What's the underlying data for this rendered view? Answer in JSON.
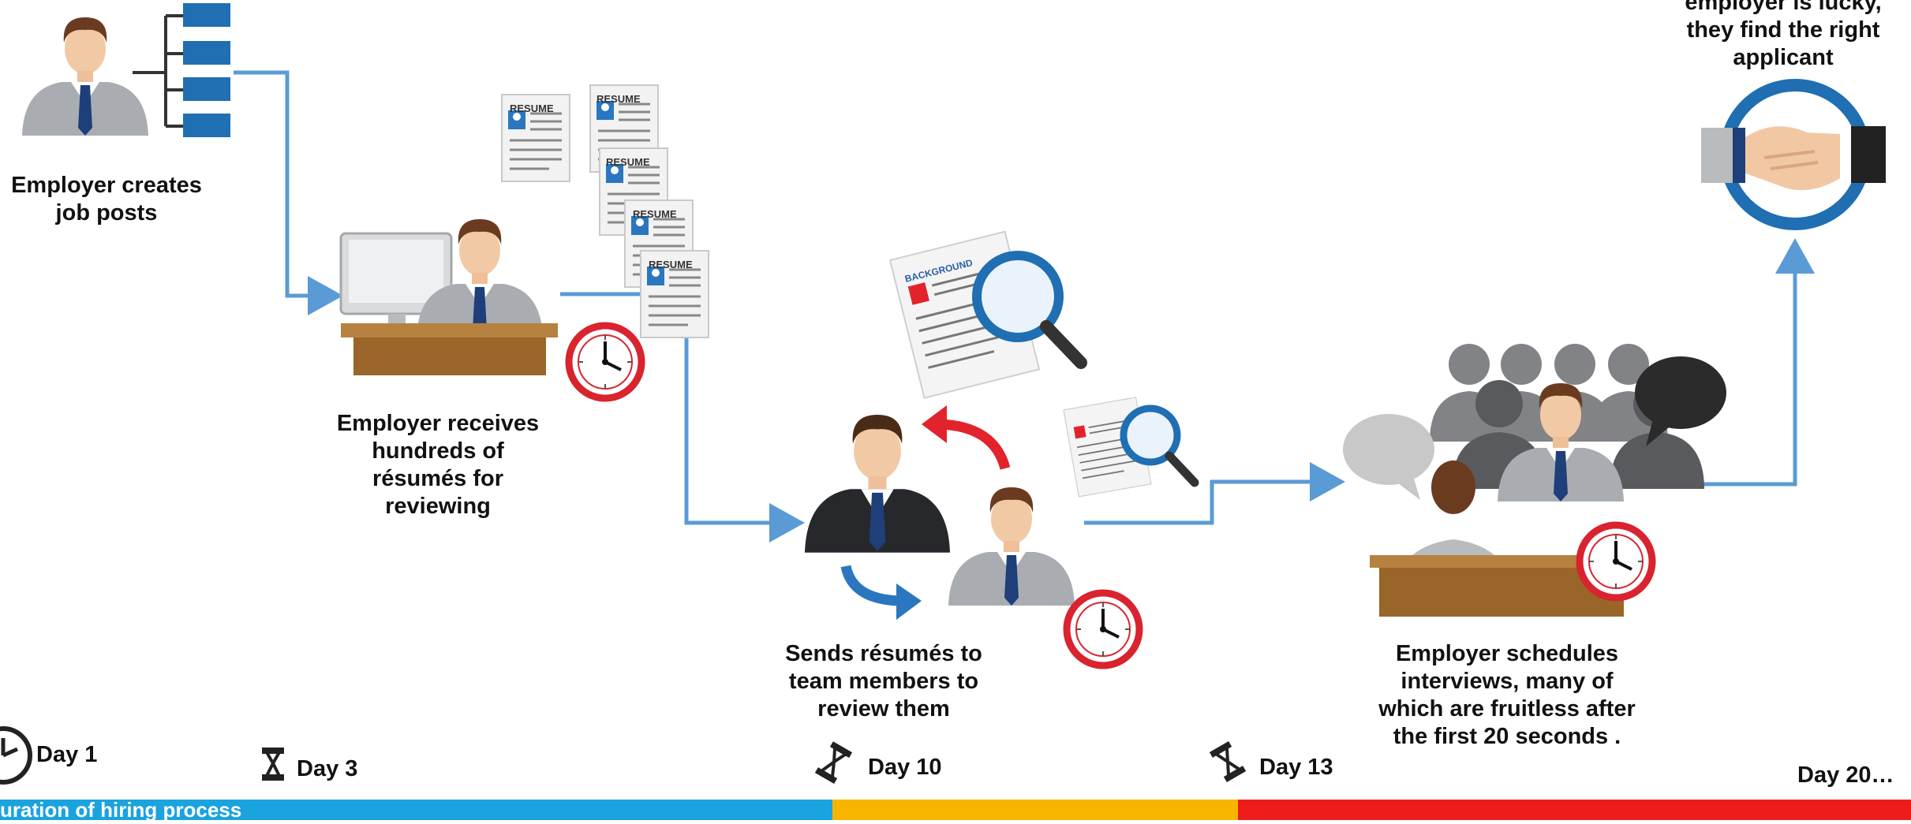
{
  "steps": {
    "create": [
      "Employer creates",
      "job posts"
    ],
    "receive": [
      "Employer receives",
      "hundreds of",
      "résumés for",
      "reviewing"
    ],
    "send": [
      "Sends résumés to",
      "team members to",
      "review them"
    ],
    "interview": [
      "Employer schedules",
      "interviews, many of",
      "which are fruitless after",
      "the first 20 seconds ."
    ],
    "hire": [
      "employer is lucky,",
      "they find the right",
      "applicant"
    ]
  },
  "documents": {
    "resume": "RESUME",
    "background": "BACKGROUND"
  },
  "timeline": {
    "days": [
      "Day 1",
      "Day 3",
      "Day 10",
      "Day 13",
      "Day 20…"
    ],
    "bar_label": "uration of hiring process",
    "segment_colors": [
      "#1aa3df",
      "#f7b500",
      "#ec1c1c"
    ]
  },
  "colors": {
    "arrow": "#5b9bd5",
    "accent_blue": "#1f6fb2",
    "clock_red": "#d9232e"
  },
  "icons": [
    "org-chart-icon",
    "computer-desk-icon",
    "resume-stack-icon",
    "magnifier-icon",
    "clock-icon",
    "handshake-icon",
    "speech-bubble-icon",
    "hourglass-icon",
    "stopwatch-icon"
  ]
}
